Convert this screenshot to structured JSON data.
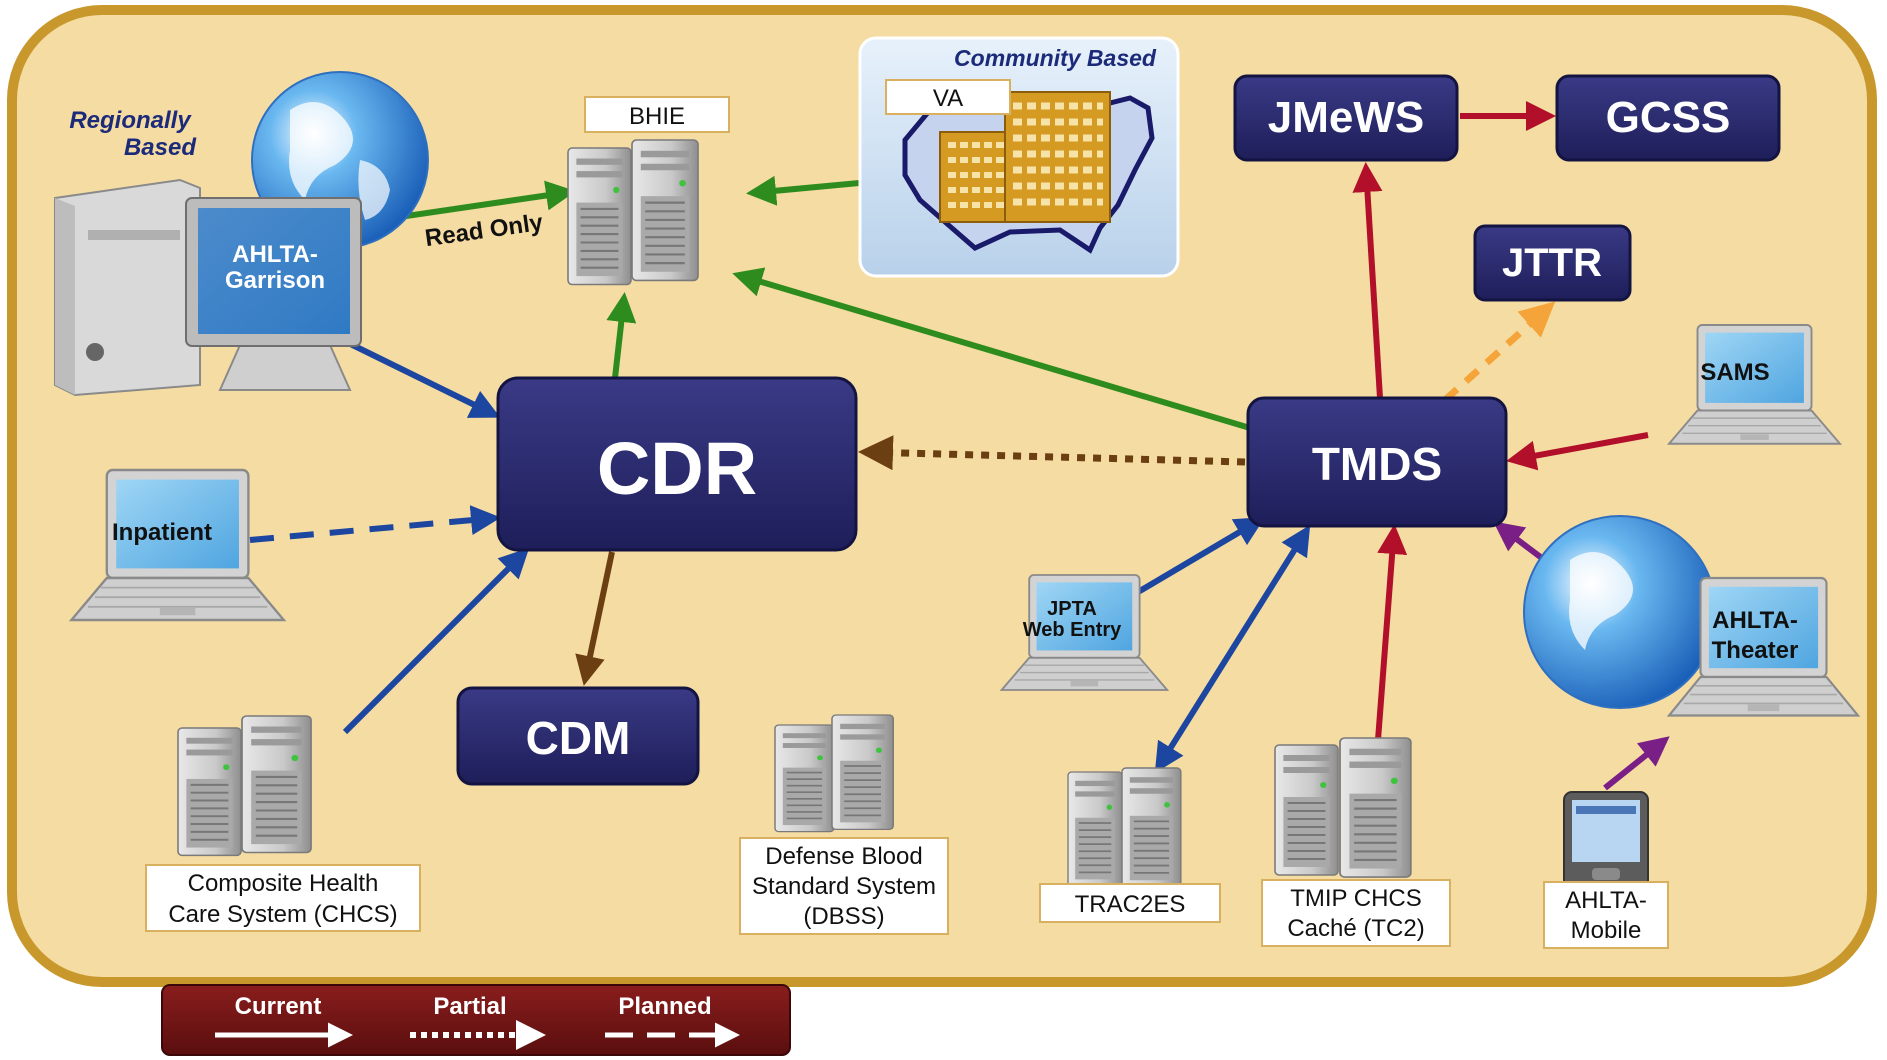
{
  "colors": {
    "panel_fill": "#f5dca2",
    "panel_border": "#c8982c",
    "node_fill": "#2a2a6e",
    "node_text": "#ffffff",
    "arrow_green": "#2e8b1e",
    "arrow_blue": "#1c46a0",
    "arrow_red": "#b2102a",
    "arrow_brown": "#6b3f12",
    "arrow_purple": "#7a1f86",
    "arrow_orange": "#f5a43a",
    "legend_fill": "#6e1414",
    "heading_text": "#1c2a7a"
  },
  "headings": {
    "regionally_line1": "Regionally",
    "regionally_line2": "Based",
    "community": "Community Based",
    "read_only": "Read Only"
  },
  "nodes": {
    "cdr": "CDR",
    "cdm": "CDM",
    "tmds": "TMDS",
    "jmews": "JMeWS",
    "gcss": "GCSS",
    "jttr": "JTTR"
  },
  "labels": {
    "bhie": "BHIE",
    "va": "VA",
    "ahlta_garrison_line1": "AHLTA-",
    "ahlta_garrison_line2": "Garrison",
    "inpatient": "Inpatient",
    "sams": "SAMS",
    "jpta_line1": "JPTA",
    "jpta_line2": "Web Entry",
    "ahlta_theater_line1": "AHLTA-",
    "ahlta_theater_line2": "Theater",
    "chcs_line1": "Composite Health",
    "chcs_line2": "Care System (CHCS)",
    "dbss_line1": "Defense Blood",
    "dbss_line2": "Standard System",
    "dbss_line3": "(DBSS)",
    "trac2es": "TRAC2ES",
    "tc2_line1": "TMIP CHCS",
    "tc2_line2": "Caché (TC2)",
    "mobile_line1": "AHLTA-",
    "mobile_line2": "Mobile"
  },
  "legend": {
    "current": "Current",
    "partial": "Partial",
    "planned": "Planned"
  }
}
